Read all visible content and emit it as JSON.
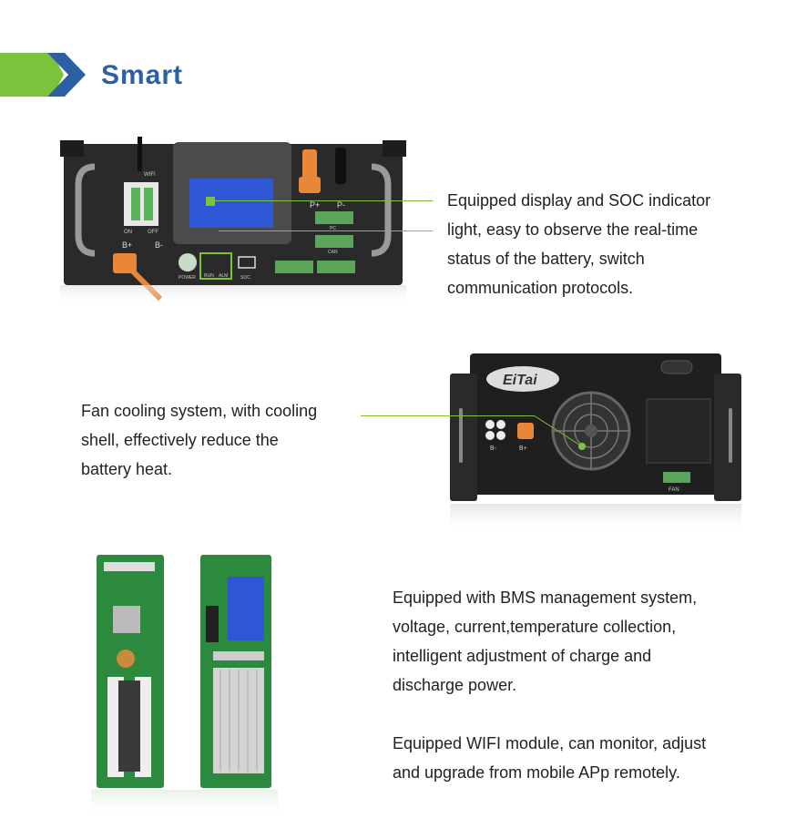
{
  "header": {
    "title": "Smart"
  },
  "features": {
    "display": "Equipped display and SOC indicator\nlight, easy to observe the real-time\nstatus of the battery, switch\ncommunication protocols.",
    "fan": "Fan cooling system, with cooling\nshell, effectively reduce the\nbattery heat.",
    "bms": "Equipped with BMS management system,\nvoltage, current,temperature collection,\nintelligent adjustment of charge and\ndischarge power.",
    "wifi": "Equipped WIFI module, can monitor, adjust\nand upgrade from mobile APp remotely."
  },
  "panel_labels": {
    "wifi": "WIFI",
    "on": "ON",
    "off": "OFF",
    "b_plus": "B+",
    "b_minus": "B-",
    "p_plus": "P+",
    "p_minus": "P-",
    "power": "POWER",
    "run": "RUN",
    "alm": "ALM",
    "soc": "SOC",
    "can": "CAN",
    "pc": "PC"
  },
  "fan_unit": {
    "logo": "EiTai",
    "b_minus": "B-",
    "b_plus": "B+",
    "fan": "FAN"
  },
  "colors": {
    "accent_green": "#7cc33b",
    "brand_blue": "#2d5fa3"
  }
}
